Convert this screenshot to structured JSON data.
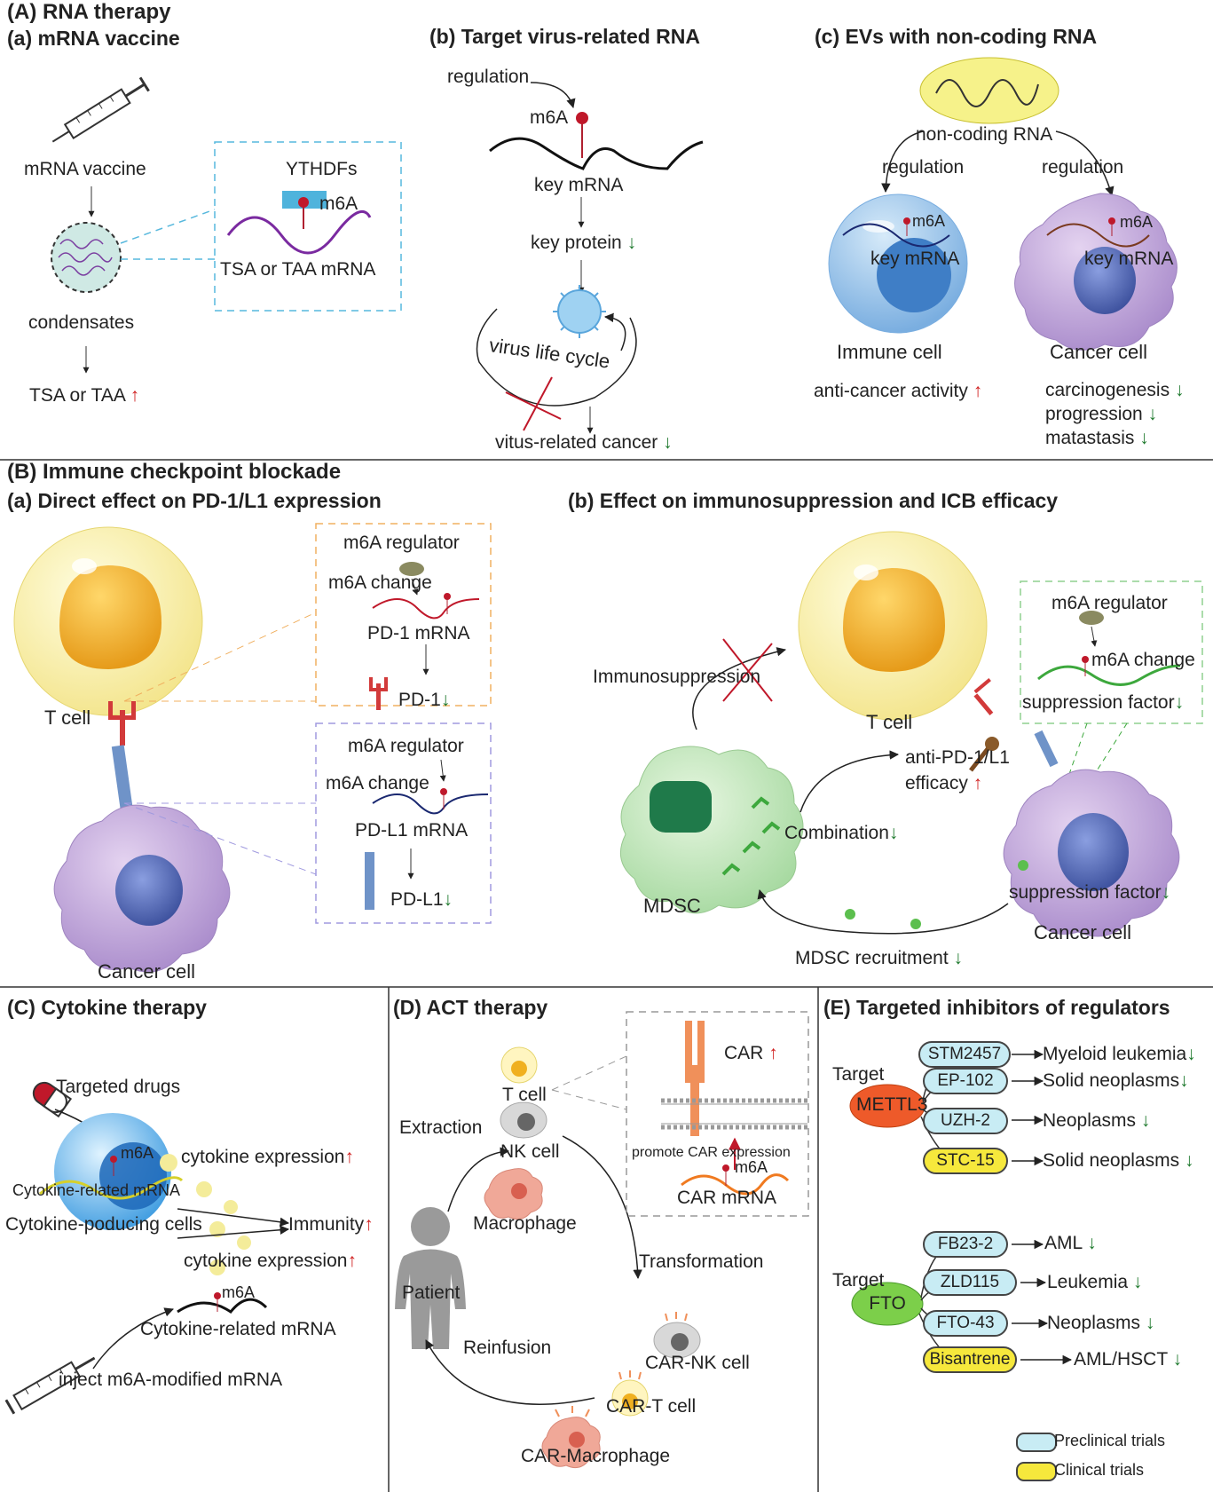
{
  "A": {
    "title": "(A) RNA therapy",
    "a": {
      "title": "(a) mRNA vaccine",
      "mrna_vaccine": "mRNA vaccine",
      "ythdfs": "YTHDFs",
      "m6a": "m6A",
      "tsa_mrna": "TSA or TAA mRNA",
      "condensates": "condensates",
      "tsa_taa": "TSA or TAA"
    },
    "b": {
      "title": "(b) Target virus-related RNA",
      "regulation": "regulation",
      "m6a": "m6A",
      "key_mrna": "key mRNA",
      "key_protein": "key protein",
      "virus_life_cycle": "virus life cycle",
      "cancer": "vitus-related cancer"
    },
    "c": {
      "title": "(c) EVs with non-coding RNA",
      "ncrna": "non-coding RNA",
      "regulation_left": "regulation",
      "regulation_right": "regulation",
      "m6a_left": "m6A",
      "m6a_right": "m6A",
      "key_mrna_left": "key mRNA",
      "key_mrna_right": "key mRNA",
      "immune_cell": "Immune cell",
      "cancer_cell": "Cancer cell",
      "anti_cancer": "anti-cancer activity",
      "carcinogenesis": "carcinogenesis",
      "progression": "progression",
      "metastasis": "matastasis"
    }
  },
  "B": {
    "title": "(B) Immune checkpoint blockade",
    "a": {
      "title": "(a) Direct effect on PD-1/L1 expression",
      "t_cell": "T cell",
      "cancer_cell": "Cancer cell",
      "reg1": "m6A regulator",
      "change1": "m6A change",
      "pd1_mrna": "PD-1 mRNA",
      "pd1": "PD-1",
      "reg2": "m6A regulator",
      "change2": "m6A change",
      "pdl1_mrna": "PD-L1 mRNA",
      "pdl1": "PD-L1"
    },
    "b": {
      "title": "(b) Effect on immunosuppression and ICB efficacy",
      "immunosuppression": "Immunosuppression",
      "t_cell": "T cell",
      "reg": "m6A regulator",
      "change": "m6A change",
      "suppression_top": "suppression factor",
      "anti_pd": "anti-PD-1/L1",
      "efficacy": "efficacy",
      "combination": "Combination",
      "mdsc": "MDSC",
      "suppression_bottom": "suppression factor",
      "cancer_cell": "Cancer cell",
      "recruitment": "MDSC recruitment"
    }
  },
  "C": {
    "title": "(C) Cytokine therapy",
    "drugs": "Targeted drugs",
    "m6a_top": "m6A",
    "cyto_mrna_cell": "Cytokine-related mRNA",
    "cyto_cells": "Cytokine-poducing cells",
    "expr_top": "cytokine expression",
    "immunity": "Immunity",
    "expr_bottom": "cytokine expression",
    "m6a_bottom": "m6A",
    "cyto_mrna": "Cytokine-related mRNA",
    "inject": "inject m6A-modified mRNA"
  },
  "D": {
    "title": "(D) ACT therapy",
    "t_cell": "T cell",
    "extraction": "Extraction",
    "nk_cell": "NK cell",
    "macrophage": "Macrophage",
    "patient": "Patient",
    "car": "CAR",
    "promote": "promote CAR expression",
    "m6a": "m6A",
    "car_mrna": "CAR mRNA",
    "transformation": "Transformation",
    "reinfusion": "Reinfusion",
    "car_nk": "CAR-NK cell",
    "car_t": "CAR-T cell",
    "car_mac": "CAR-Macrophage"
  },
  "E": {
    "title": "(E) Targeted inhibitors of regulators",
    "target1": "Target",
    "mettl3": "METTL3",
    "target2": "Target",
    "fto": "FTO",
    "drugs1": [
      {
        "name": "STM2457",
        "result": "Myeloid leukemia",
        "clinical": false
      },
      {
        "name": "EP-102",
        "result": "Solid neoplasms",
        "clinical": false
      },
      {
        "name": "UZH-2",
        "result": "Neoplasms",
        "clinical": false
      },
      {
        "name": "STC-15",
        "result": "Solid neoplasms",
        "clinical": true
      }
    ],
    "drugs2": [
      {
        "name": "FB23-2",
        "result": "AML",
        "clinical": false
      },
      {
        "name": "ZLD115",
        "result": "Leukemia",
        "clinical": false
      },
      {
        "name": "FTO-43",
        "result": "Neoplasms",
        "clinical": false
      },
      {
        "name": "Bisantrene",
        "result": "AML/HSCT",
        "clinical": true
      }
    ],
    "legend_pre": "Preclinical trials",
    "legend_clin": "Clinical trials"
  },
  "arrows": {
    "up": "↑",
    "down": "↓"
  },
  "colors": {
    "up": "#d02020",
    "down": "#1f7a2e",
    "preclinical": "#c8ecf4",
    "clinical": "#f6e83c",
    "mettl3": "#ee5a2a",
    "fto": "#7ccf4a"
  }
}
